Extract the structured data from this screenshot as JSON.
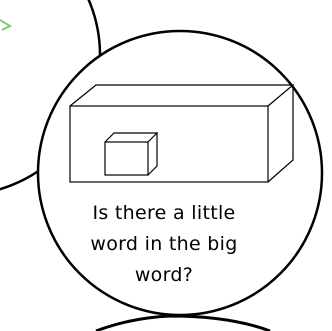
{
  "caption": {
    "line1": "Is there a little",
    "line2": "word in the big",
    "line3": "word?"
  },
  "illustration": {
    "subject": "small box inside a large box",
    "stroke_color": "#000000",
    "fill_color": "#ffffff",
    "accent_color": "#7ec97e"
  }
}
